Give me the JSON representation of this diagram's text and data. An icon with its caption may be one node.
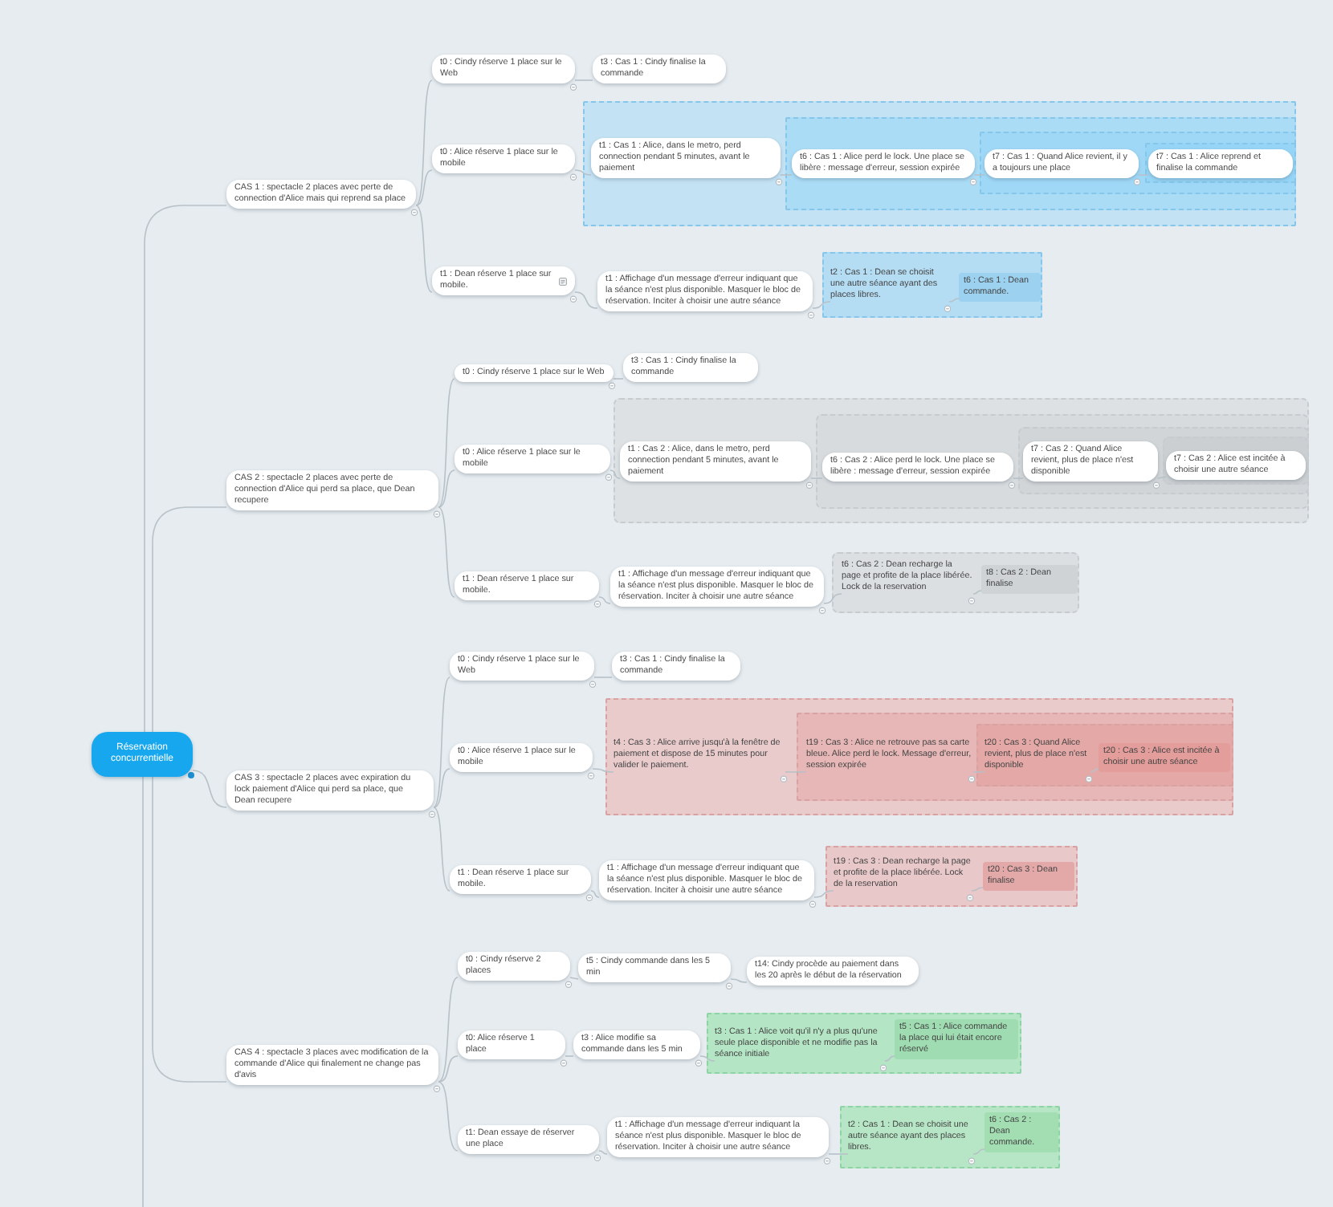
{
  "diagram": {
    "nodes": [
      {
        "text": [
          "Réservation concurrentielle"
        ]
      },
      {
        "text": [
          "CAS 1 : spectacle 2 places avec perte de connection d'Alice mais qui reprend sa place"
        ]
      },
      {
        "text": [
          "t0 : Cindy réserve 1 place sur le Web"
        ]
      },
      {
        "text": [
          "t3 : Cas 1 : Cindy finalise la commande"
        ]
      },
      {
        "text": [
          "t0 : Alice réserve 1 place sur le mobile"
        ]
      },
      {
        "text": [],
        "shape": "box"
      },
      {
        "text": [
          "t1 : Cas 1 : Alice, dans le metro, perd connection pendant 5 minutes, avant le paiement"
        ],
        "in": 5
      },
      {
        "text": [],
        "shape": "box",
        "in": 5
      },
      {
        "text": [
          "t6 : Cas 1 : Alice perd le lock. Une place se libère : message d'erreur, session expirée"
        ],
        "in": 7
      },
      {
        "text": [],
        "shape": "box",
        "in": 7
      },
      {
        "text": [
          "t7 : Cas 1 : Quand Alice revient, il y a toujours une place"
        ],
        "in": 9
      },
      {
        "text": [],
        "shape": "box",
        "in": 9
      },
      {
        "text": [
          "t7 : Cas 1 : Alice reprend et finalise la commande"
        ],
        "in": 11
      },
      {
        "text": [
          "t1 : Dean réserve 1 place sur mobile."
        ]
      },
      {
        "text": [
          "t1 : Affichage d'un message d'erreur indiquant que la séance n'est plus disponible. Masquer le bloc de réservation. Inciter à choisir une autre séance"
        ]
      },
      {
        "text": [],
        "shape": "box"
      },
      {
        "text": [
          "t2 : Cas 1 : Dean se choisit une autre séance ayant des places libres."
        ],
        "in": 15
      },
      {
        "text": [
          "t6 : Cas 1 : Dean commande."
        ],
        "in": 15
      },
      {
        "text": [
          "CAS 2 : spectacle 2 places avec perte de connection d'Alice qui perd sa place, que Dean recupere"
        ]
      },
      {
        "text": [
          "t0 : Cindy réserve 1 place sur le Web"
        ]
      },
      {
        "text": [
          "t3 : Cas 1 : Cindy finalise la commande"
        ]
      },
      {
        "text": [
          "t0 : Alice réserve 1 place sur le mobile"
        ]
      },
      {
        "text": [],
        "shape": "box"
      },
      {
        "text": [
          "t1 : Cas 2 : Alice, dans le metro, perd connection pendant 5 minutes, avant le paiement"
        ],
        "in": 22
      },
      {
        "text": [],
        "shape": "box",
        "in": 22
      },
      {
        "text": [
          "t6 : Cas 2 : Alice perd le lock. Une place se libère : message d'erreur, session expirée"
        ],
        "in": 24
      },
      {
        "text": [],
        "shape": "box",
        "in": 24
      },
      {
        "text": [
          "t7 : Cas 2 : Quand Alice revient, plus de place n'est disponible"
        ],
        "in": 26
      },
      {
        "text": [],
        "shape": "box",
        "in": 26
      },
      {
        "text": [
          "t7 : Cas 2 : Alice est incitée à choisir une autre séance"
        ],
        "in": 28
      },
      {
        "text": [
          "t1 : Dean réserve 1 place sur mobile."
        ]
      },
      {
        "text": [
          "t1 : Affichage d'un message d'erreur indiquant que la séance n'est plus disponible. Masquer le bloc de réservation. Inciter à choisir une autre séance"
        ]
      },
      {
        "text": [],
        "shape": "box"
      },
      {
        "text": [
          "t6 : Cas 2 : Dean recharge la page et profite de la place libérée. Lock de la reservation"
        ],
        "in": 32
      },
      {
        "text": [
          "t8 : Cas 2 : Dean finalise"
        ],
        "in": 32
      },
      {
        "text": [
          "CAS 3 : spectacle 2 places avec expiration du lock paiement d'Alice qui perd sa place, que Dean recupere"
        ]
      },
      {
        "text": [
          "t0 : Cindy réserve 1 place sur le Web"
        ]
      },
      {
        "text": [
          "t3 : Cas 1 : Cindy finalise la commande"
        ]
      },
      {
        "text": [
          "t0 : Alice réserve 1 place sur le mobile"
        ]
      },
      {
        "text": [],
        "shape": "box"
      },
      {
        "text": [
          "t4 : Cas 3 : Alice arrive jusqu'à la fenêtre de paiement et dispose de 15 minutes pour valider le paiement."
        ],
        "in": 39
      },
      {
        "text": [],
        "shape": "box",
        "in": 39
      },
      {
        "text": [
          "t19 : Cas 3 : Alice ne retrouve pas sa carte bleue. Alice perd le lock. Message d'erreur, session expirée"
        ],
        "in": 41
      },
      {
        "text": [],
        "shape": "box",
        "in": 41
      },
      {
        "text": [
          "t20 : Cas 3 : Quand Alice revient, plus de place n'est disponible"
        ],
        "in": 43
      },
      {
        "text": [
          "t20 : Cas 3 : Alice est incitée à choisir une autre séance"
        ],
        "in": 43
      },
      {
        "text": [
          "t1 : Dean réserve 1 place sur mobile."
        ]
      },
      {
        "text": [
          "t1 : Affichage d'un message d'erreur indiquant que la séance n'est plus disponible. Masquer le bloc de réservation. Inciter à choisir une autre séance"
        ]
      },
      {
        "text": [],
        "shape": "box"
      },
      {
        "text": [
          "t19 : Cas 3 : Dean recharge la page et profite de la place libérée. Lock de la reservation"
        ],
        "in": 48
      },
      {
        "text": [
          "t20 : Cas 3 : Dean finalise"
        ],
        "in": 48
      },
      {
        "text": [
          "CAS 4 : spectacle 3 places avec modification de la commande d'Alice qui finalement ne change pas d'avis"
        ]
      },
      {
        "text": [
          "t0 : Cindy réserve 2 places"
        ]
      },
      {
        "text": [
          "t5 : Cindy commande dans les 5 min"
        ]
      },
      {
        "text": [
          "t14: Cindy procède au paiement dans les 20 après le début de la réservation"
        ]
      },
      {
        "text": [
          "t0: Alice réserve 1 place"
        ]
      },
      {
        "text": [
          "t3 : Alice modifie sa commande dans les 5 min"
        ]
      },
      {
        "text": [],
        "shape": "box"
      },
      {
        "text": [
          "t3 : Cas 1 : Alice voit qu'il n'y a plus qu'une seule place disponible et ne modifie pas la séance initiale"
        ],
        "in": 57
      },
      {
        "text": [
          "t5 : Cas 1 : Alice commande la place qui lui était encore réservé"
        ],
        "in": 57
      },
      {
        "text": [
          "t1: Dean essaye de réserver une place"
        ]
      },
      {
        "text": [
          "t1 : Affichage d'un message d'erreur indiquant la séance n'est plus disponible. Masquer le bloc de réservation. Inciter à choisir une autre séance"
        ]
      },
      {
        "text": [],
        "shape": "box"
      },
      {
        "text": [
          "t2 : Cas 1 : Dean se choisit une autre séance ayant des places libres."
        ],
        "in": 62
      },
      {
        "text": [
          "t6 : Cas 2 : Dean commande."
        ],
        "in": 62
      }
    ],
    "edges": [
      {
        "from": 0,
        "to": 1,
        "arrow": "none"
      },
      {
        "from": 0,
        "to": 18,
        "arrow": "none"
      },
      {
        "from": 0,
        "to": 35,
        "arrow": "none"
      },
      {
        "from": 0,
        "to": 51,
        "arrow": "none"
      },
      {
        "from": 0,
        "to": null,
        "arrow": "none"
      },
      {
        "from": 1,
        "to": 2,
        "arrow": "none"
      },
      {
        "from": 1,
        "to": 4,
        "arrow": "none"
      },
      {
        "from": 1,
        "to": 13,
        "arrow": "none"
      },
      {
        "from": 2,
        "to": 3,
        "arrow": "none"
      },
      {
        "from": 4,
        "to": 6,
        "arrow": "none"
      },
      {
        "from": 6,
        "to": 8,
        "arrow": "none"
      },
      {
        "from": 8,
        "to": 10,
        "arrow": "none"
      },
      {
        "from": 10,
        "to": 12,
        "arrow": "none"
      },
      {
        "from": 13,
        "to": 14,
        "arrow": "none"
      },
      {
        "from": 14,
        "to": 16,
        "arrow": "none"
      },
      {
        "from": 16,
        "to": 17,
        "arrow": "none"
      },
      {
        "from": 18,
        "to": 19,
        "arrow": "none"
      },
      {
        "from": 18,
        "to": 21,
        "arrow": "none"
      },
      {
        "from": 18,
        "to": 30,
        "arrow": "none"
      },
      {
        "from": 19,
        "to": 20,
        "arrow": "none"
      },
      {
        "from": 21,
        "to": 23,
        "arrow": "none"
      },
      {
        "from": 23,
        "to": 25,
        "arrow": "none"
      },
      {
        "from": 25,
        "to": 27,
        "arrow": "none"
      },
      {
        "from": 27,
        "to": 29,
        "arrow": "none"
      },
      {
        "from": 30,
        "to": 31,
        "arrow": "none"
      },
      {
        "from": 31,
        "to": 33,
        "arrow": "none"
      },
      {
        "from": 33,
        "to": 34,
        "arrow": "none"
      },
      {
        "from": 35,
        "to": 36,
        "arrow": "none"
      },
      {
        "from": 35,
        "to": 38,
        "arrow": "none"
      },
      {
        "from": 35,
        "to": 46,
        "arrow": "none"
      },
      {
        "from": 36,
        "to": 37,
        "arrow": "none"
      },
      {
        "from": 38,
        "to": 40,
        "arrow": "none"
      },
      {
        "from": 40,
        "to": 42,
        "arrow": "none"
      },
      {
        "from": 42,
        "to": 44,
        "arrow": "none"
      },
      {
        "from": 44,
        "to": 45,
        "arrow": "none"
      },
      {
        "from": 46,
        "to": 47,
        "arrow": "none"
      },
      {
        "from": 47,
        "to": 49,
        "arrow": "none"
      },
      {
        "from": 49,
        "to": 50,
        "arrow": "none"
      },
      {
        "from": 51,
        "to": 52,
        "arrow": "none"
      },
      {
        "from": 51,
        "to": 55,
        "arrow": "none"
      },
      {
        "from": 51,
        "to": 60,
        "arrow": "none"
      },
      {
        "from": 52,
        "to": 53,
        "arrow": "none"
      },
      {
        "from": 53,
        "to": 54,
        "arrow": "none"
      },
      {
        "from": 55,
        "to": 56,
        "arrow": "none"
      },
      {
        "from": 56,
        "to": 58,
        "arrow": "none"
      },
      {
        "from": 58,
        "to": 59,
        "arrow": "none"
      },
      {
        "from": 60,
        "to": 61,
        "arrow": "none"
      },
      {
        "from": 61,
        "to": 63,
        "arrow": "none"
      },
      {
        "from": 63,
        "to": 64,
        "arrow": "none"
      }
    ]
  }
}
